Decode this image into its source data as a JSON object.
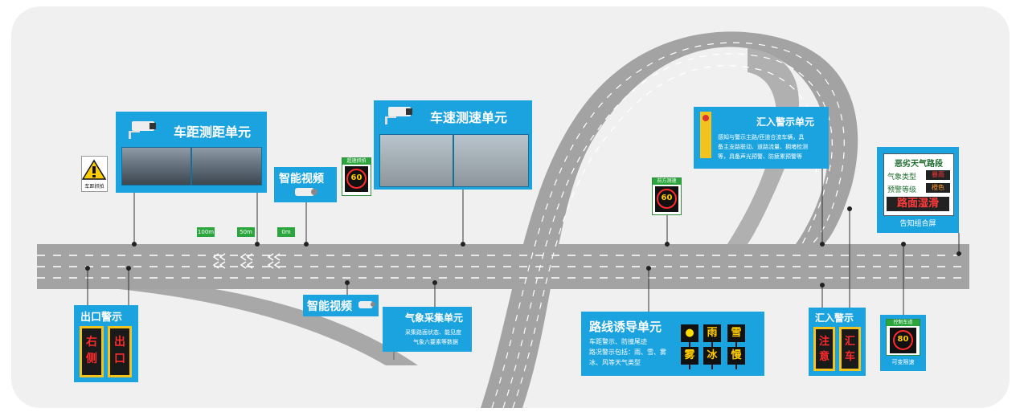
{
  "distance_unit": {
    "title": "车距测距单元",
    "sign_label": "车距抓拍"
  },
  "smart_video_top": {
    "title": "智能视频"
  },
  "speed_capture_sign": {
    "label": "超速抓拍",
    "value": "60"
  },
  "speed_unit": {
    "title": "车速测速单元"
  },
  "front_speed_sign": {
    "label": "前方测速",
    "value": "60"
  },
  "merge_unit": {
    "title": "汇入警示单元",
    "description": [
      "感知与警示主路/匝道合流车辆，具",
      "备主支路联动、道路流量、拥堵检测",
      "等，具备声光预警、防疲累预警等"
    ]
  },
  "weather_screen": {
    "header": "恶劣天气路段",
    "row1_label": "气象类型",
    "row1_value": "暴雨",
    "row2_label": "预警等级",
    "row2_value": "橙色",
    "main_text": "路面湿滑",
    "caption": "告知组合屏"
  },
  "distance_markers": [
    "100m",
    "50m",
    "0m"
  ],
  "exit_warning": {
    "title": "出口警示",
    "screen1": [
      "右",
      "侧"
    ],
    "screen2": [
      "出",
      "口"
    ]
  },
  "smart_video_bottom": {
    "title": "智能视频"
  },
  "weather_unit": {
    "title": "气象采集单元",
    "desc_line1": "采集路面状态、能见度",
    "desc_line2": "气象六要素等数据"
  },
  "route_guidance": {
    "title": "路线诱导单元",
    "desc_line1": "车距警示、防撞尾迹",
    "desc_line2": "路况警示包括：雨、雪、雾",
    "desc_line3": "冰、风等天气类型",
    "glyphs": [
      "●",
      "雨",
      "雪",
      "雾",
      "冰",
      "慢"
    ]
  },
  "merge_warning": {
    "title": "汇入警示",
    "screen1": [
      "注",
      "意"
    ],
    "screen2": [
      "汇",
      "车"
    ]
  },
  "variable_limit": {
    "label": "控制车道",
    "value": "80",
    "caption": "可变限速"
  },
  "colors": {
    "panel": "#1ba3e0",
    "road": "#a3a3a3",
    "background": "#f0f0f0",
    "led_red": "#ff2b2b",
    "sign_green": "#2aa63c"
  }
}
